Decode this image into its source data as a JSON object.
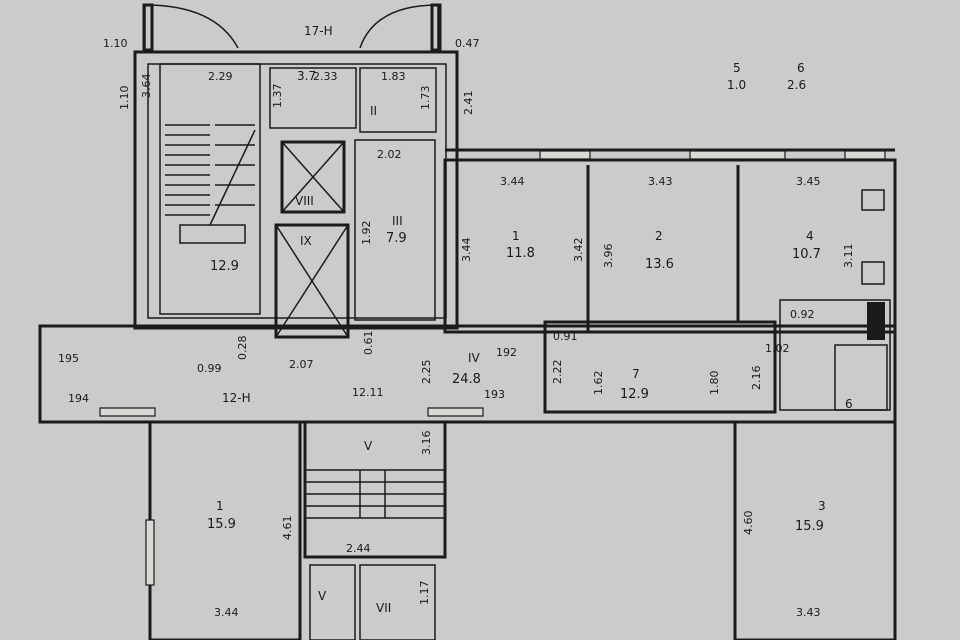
{
  "labels": {
    "top_corridor_mark": "17-Н",
    "left_corridor_mark": "12-Н",
    "note_5": "5",
    "note_6": "6",
    "note_10": "1.0",
    "note_26": "2.6",
    "room_II": "II",
    "room_III": "III",
    "room_III_area": "7.9",
    "room_IV": "IV",
    "room_IV_area": "24.8",
    "room_V": "V",
    "room_V2": "V",
    "room_VII": "VII",
    "room_VIII": "VIII",
    "room_IX": "IX",
    "room_3.7": "3.7",
    "stair_area": "12.9",
    "room1_num": "1",
    "room1_area": "11.8",
    "room2_num": "2",
    "room2_area": "13.6",
    "room4_num": "4",
    "room4_area": "10.7",
    "room7_num": "7",
    "room7_area": "12.9",
    "room6": "6",
    "lower_left_num": "1",
    "lower_left_area": "15.9",
    "lower_right_num": "3",
    "lower_right_area": "15.9"
  },
  "dims": {
    "d110a": "1.10",
    "d110b": "1.10",
    "d364": "3.64",
    "d229": "2.29",
    "d137": "1.37",
    "d233": "2.33",
    "d183": "1.83",
    "d173": "1.73",
    "d047": "0.47",
    "d241": "2.41",
    "d202": "2.02",
    "d192v": "1.92",
    "d344a": "3.44",
    "d343": "3.43",
    "d345": "3.45",
    "d344v": "3.44",
    "d342": "3.42",
    "d396": "3.96",
    "d311": "3.11",
    "d092": "0.92",
    "d091": "0.91",
    "d102": "1.02",
    "d195": "195",
    "d194": "194",
    "d099": "0.99",
    "d028": "0.28",
    "d207": "2.07",
    "d061": "0.61",
    "d1211": "12.11",
    "d225": "2.25",
    "d192": "192",
    "d193": "193",
    "d222": "2.22",
    "d162": "1.62",
    "d180": "1.80",
    "d216v": "2.16",
    "d316": "3.16",
    "d461": "4.61",
    "d244": "2.44",
    "d117": "1.17",
    "d344b": "3.44",
    "d460": "4.60",
    "d343b": "3.43"
  }
}
